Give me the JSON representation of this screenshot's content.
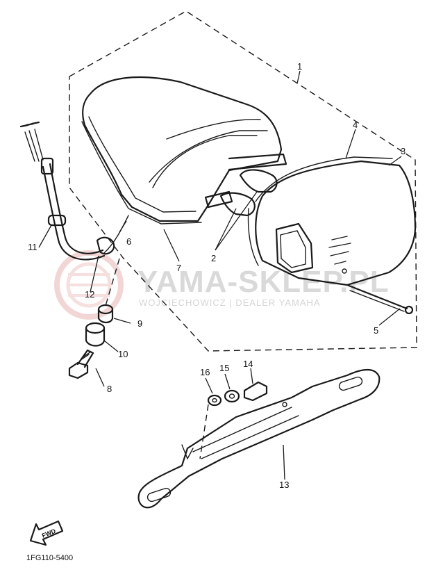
{
  "diagram": {
    "callouts": [
      {
        "id": "c1",
        "label": "1"
      },
      {
        "id": "c2",
        "label": "2"
      },
      {
        "id": "c3",
        "label": "3"
      },
      {
        "id": "c4",
        "label": "4"
      },
      {
        "id": "c5",
        "label": "5"
      },
      {
        "id": "c6",
        "label": "6"
      },
      {
        "id": "c7",
        "label": "7"
      },
      {
        "id": "c8",
        "label": "8"
      },
      {
        "id": "c9",
        "label": "9"
      },
      {
        "id": "c10",
        "label": "10"
      },
      {
        "id": "c11",
        "label": "11"
      },
      {
        "id": "c12",
        "label": "12"
      },
      {
        "id": "c13",
        "label": "13"
      },
      {
        "id": "c14",
        "label": "14"
      },
      {
        "id": "c15",
        "label": "15"
      },
      {
        "id": "c16",
        "label": "16"
      }
    ],
    "fwd_label": "FWD",
    "drawing_code": "1FG110-5400"
  },
  "watermark": {
    "title": "YAMA-SKLEP.PL",
    "subtitle": "WOJCIECHOWICZ | DEALER YAMAHA",
    "color": "#d9d9d9",
    "logo_color": "#e8b5b5"
  }
}
